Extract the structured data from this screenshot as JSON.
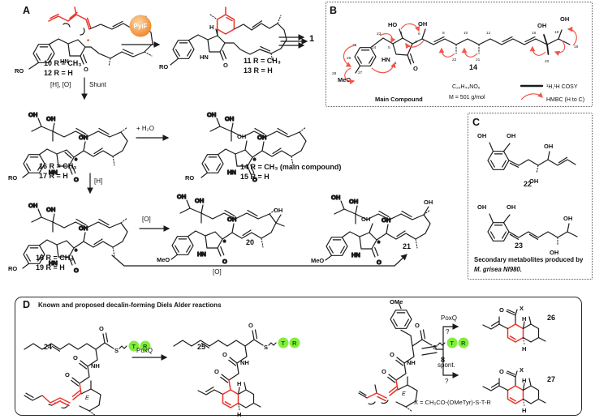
{
  "colors": {
    "highlight_red": "#e8332a",
    "hmbc_red": "#f2564a",
    "carrier_green": "#82ee3b",
    "enzyme_orange_light": "#fdd9a8",
    "enzyme_orange_dark": "#ec7d1d",
    "ink": "#1b1b1b",
    "background": "#ffffff"
  },
  "atoms": {
    "OH": "OH",
    "HO": "HO",
    "HN": "HN",
    "NH": "NH",
    "O": "O",
    "S": "S",
    "H": "H",
    "RO": "RO",
    "MeO": "MeO",
    "OMe": "OMe",
    "E": "E",
    "X": "X",
    "T": "T",
    "R": "R",
    "star": "*"
  },
  "panelA": {
    "label": "A",
    "enzyme": "PyiF",
    "final": "1",
    "c10": "10 R = CH₃",
    "c12": "12 R = H",
    "c11": "11 R = CH₃",
    "c13": "13 R = H",
    "c16": "16 R = CH₃",
    "c17": "17 R = H",
    "c14": "14 R = CH₃ (main compound)",
    "c15": "15 R = H",
    "c18": "18 R = CH₃",
    "c19": "19 R = H",
    "c20": "20",
    "c21": "21",
    "shunt_lhs": "[H], [O]",
    "shunt_rhs": "Shunt",
    "water": "+ H₂O",
    "redH": "[H]",
    "ox1": "[O]",
    "ox2": "[O]"
  },
  "panelB": {
    "label": "B",
    "compound": "14",
    "main": "Main Compound",
    "formula": "C₂₉H₄₃NO₆",
    "mass": "M = 501 g/mol",
    "legend_cosy": "¹H,¹H COSY",
    "legend_hmbc": "HMBC (H to C)",
    "nums": {
      "n1": "1",
      "n2": "2",
      "n3": "3",
      "n4": "4",
      "n5": "5",
      "n6": "6",
      "n8": "8",
      "n10": "10",
      "n12": "12",
      "n16": "16",
      "n18": "18",
      "n19": "19",
      "n20": "20",
      "n21": "21",
      "n22": "22",
      "n23": "23",
      "n24": "24",
      "n25": "25",
      "n26": "26",
      "n27": "27",
      "n28": "28"
    }
  },
  "panelC": {
    "label": "C",
    "c22": "22",
    "c23": "23",
    "caption_line1": "Secondary metabolites produced by",
    "caption_line2": "M. grisea NI980."
  },
  "panelD": {
    "label": "D",
    "title": "Known and proposed decalin-forming Diels Alder reactions",
    "c24": "24",
    "c25": "25",
    "c8": "8",
    "c26": "26",
    "c27": "27",
    "poxq1": "PoxQ",
    "poxq2": "PoxQ",
    "spont": "spont.",
    "q1": "?",
    "q2": "?",
    "footnote": "X = CH₂CO-(OMeTyr)-S-T-R"
  }
}
